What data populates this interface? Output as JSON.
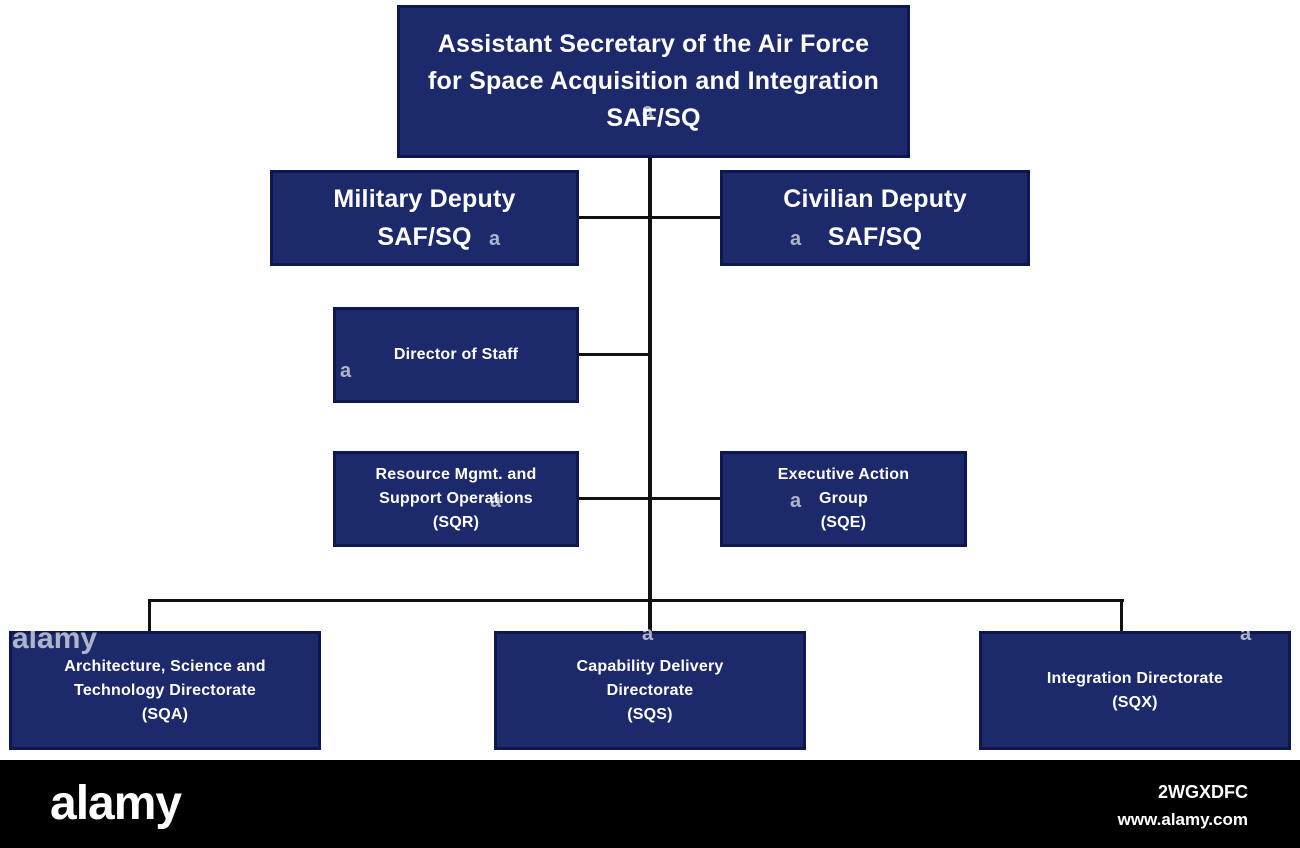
{
  "org_chart": {
    "top": {
      "line1": "Assistant Secretary of the Air Force",
      "line2": "for Space Acquisition and Integration",
      "line3": "SAF/SQ"
    },
    "military_deputy": {
      "line1": "Military Deputy",
      "line2": "SAF/SQ"
    },
    "civilian_deputy": {
      "line1": "Civilian Deputy",
      "line2": "SAF/SQ"
    },
    "director_of_staff": {
      "line1": "Director of Staff"
    },
    "resource_mgmt": {
      "line1": "Resource Mgmt. and",
      "line2": "Support Operations",
      "line3": "(SQR)"
    },
    "executive_action": {
      "line1": "Executive Action",
      "line2": "Group",
      "line3": "(SQE)"
    },
    "architecture": {
      "line1": "Architecture, Science and",
      "line2": "Technology Directorate",
      "line3": "(SQA)"
    },
    "capability": {
      "line1": "Capability Delivery",
      "line2": "Directorate",
      "line3": "(SQS)"
    },
    "integration": {
      "line1": "Integration Directorate",
      "line2": "(SQX)"
    }
  },
  "watermark": {
    "glyph": "a",
    "partial_logo": "alamy"
  },
  "footer": {
    "logo": "alamy",
    "image_id": "2WGXDFC",
    "url": "www.alamy.com"
  },
  "colors": {
    "box_fill": "#1c2a6b",
    "box_border": "#0e1850",
    "connector": "#111111",
    "footer_bg": "#000000"
  }
}
